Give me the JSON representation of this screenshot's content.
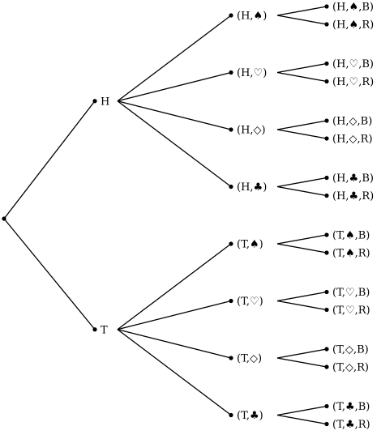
{
  "diagram": {
    "type": "probability tree",
    "colors": {
      "ink": "#000000",
      "background": "#ffffff"
    },
    "root": {
      "children": [
        {
          "label": "H",
          "children": [
            {
              "label": "(H,♠)",
              "children": [
                {
                  "label": "(H,♠,B)"
                },
                {
                  "label": "(H,♠,R)"
                }
              ]
            },
            {
              "label": "(H,♡)",
              "children": [
                {
                  "label": "(H,♡,B)"
                },
                {
                  "label": "(H,♡,R)"
                }
              ]
            },
            {
              "label": "(H,◇)",
              "children": [
                {
                  "label": "(H,◇,B)"
                },
                {
                  "label": "(H,◇,R)"
                }
              ]
            },
            {
              "label": "(H,♣)",
              "children": [
                {
                  "label": "(H,♣,B)"
                },
                {
                  "label": "(H,♣,R)"
                }
              ]
            }
          ]
        },
        {
          "label": "T",
          "children": [
            {
              "label": "(T,♠)",
              "children": [
                {
                  "label": "(T,♠,B)"
                },
                {
                  "label": "(T,♠,R)"
                }
              ]
            },
            {
              "label": "(T,♡)",
              "children": [
                {
                  "label": "(T,♡,B)"
                },
                {
                  "label": "(T,♡,R)"
                }
              ]
            },
            {
              "label": "(T,◇)",
              "children": [
                {
                  "label": "(T,◇,B)"
                },
                {
                  "label": "(T,◇,R)"
                }
              ]
            },
            {
              "label": "(T,♣)",
              "children": [
                {
                  "label": "(T,♣,B)"
                },
                {
                  "label": "(T,♣,R)"
                }
              ]
            }
          ]
        }
      ]
    }
  }
}
